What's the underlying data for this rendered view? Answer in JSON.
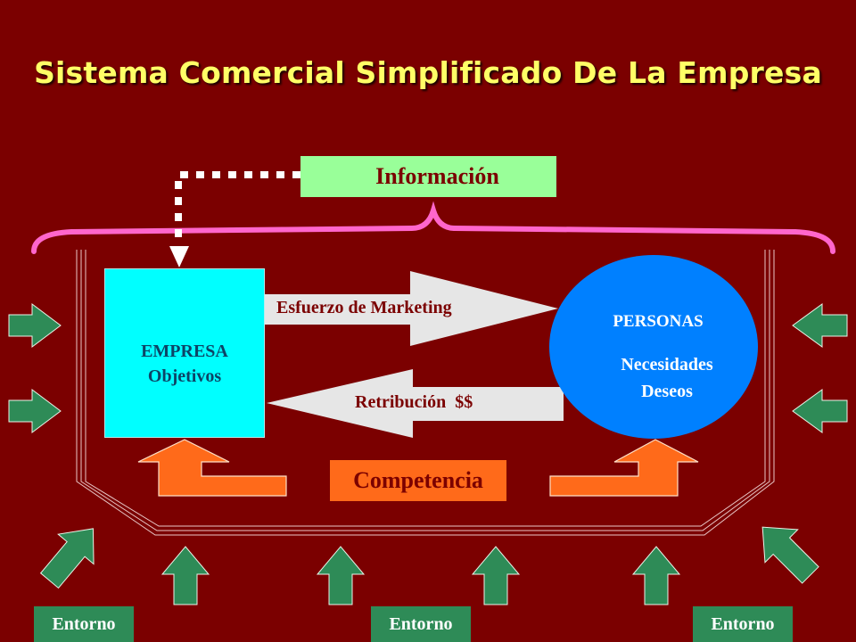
{
  "title": "Sistema Comercial Simplificado De La Empresa",
  "info_label": "Información",
  "empresa": {
    "line1": "EMPRESA",
    "line2": "Objetivos"
  },
  "personas": {
    "title": "PERSONAS",
    "line1": "Necesidades",
    "line2": "Deseos"
  },
  "flows": {
    "forward": "Esfuerzo de Marketing",
    "back": "Retribución  $$"
  },
  "competencia_label": "Competencia",
  "entorno_labels": [
    "Entorno",
    "Entorno",
    "Entorno"
  ],
  "colors": {
    "background": "#7b0000",
    "title": "#ffff66",
    "info_box": "#99ff99",
    "empresa_box": "#00ffff",
    "personas_ellipse": "#0080ff",
    "competencia": "#ff6a1a",
    "entorno_arrows": "#2e8b57",
    "brace": "#ff66cc",
    "flow_arrows": "#e6e6e6"
  }
}
